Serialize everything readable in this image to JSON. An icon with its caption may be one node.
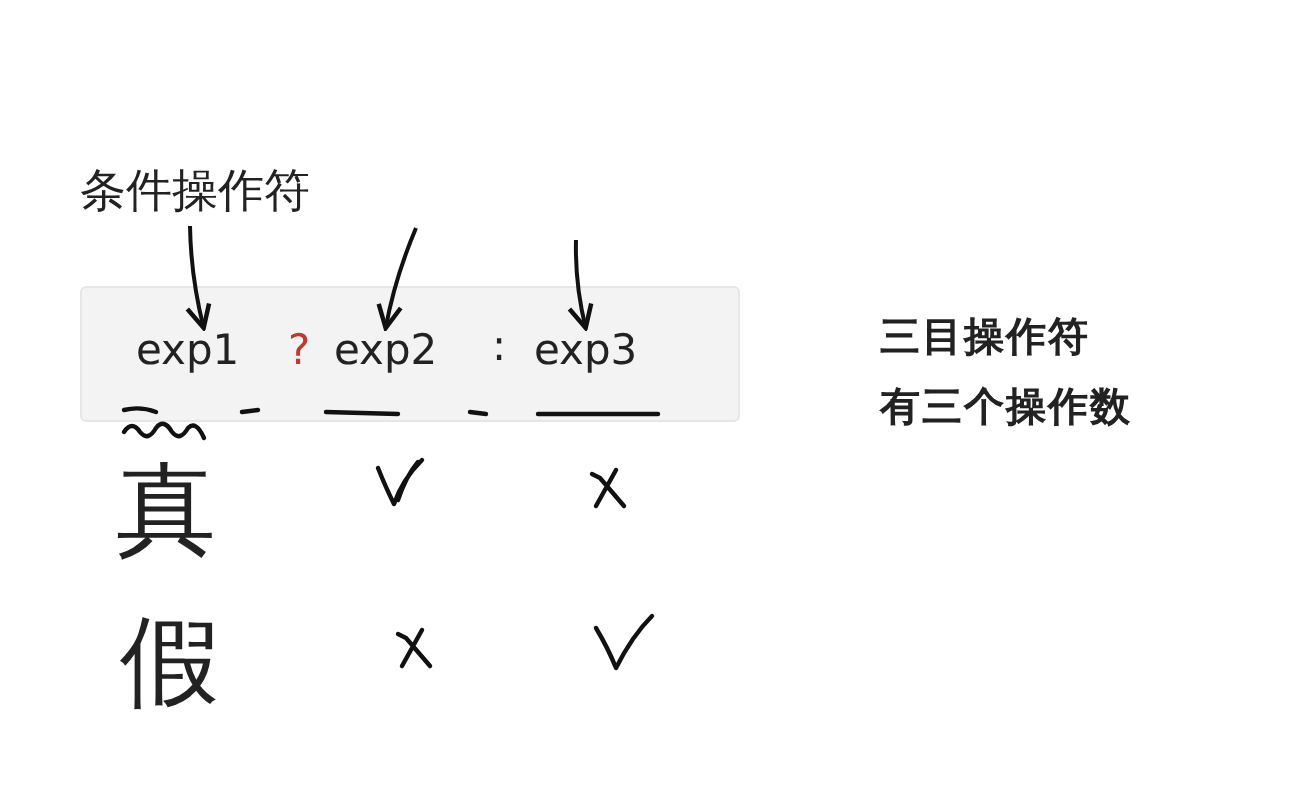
{
  "diagram": {
    "nodes": [
      {
        "text": [
          "条件操作符"
        ]
      },
      {
        "text": [],
        "shape": "box"
      },
      {
        "text": [
          "exp1"
        ],
        "in": 1
      },
      {
        "text": [
          "exp2"
        ],
        "in": 1
      },
      {
        "text": [
          "exp3"
        ],
        "in": 1
      }
    ],
    "edges": [
      {
        "from": 0,
        "to": 2,
        "arrow": "to"
      },
      {
        "from": null,
        "to": 3,
        "arrow": "to"
      },
      {
        "from": null,
        "to": 4,
        "arrow": "to"
      }
    ],
    "labels": [
      "?",
      ":",
      "三目操作符",
      "有三个操作数",
      "真",
      "假"
    ]
  }
}
